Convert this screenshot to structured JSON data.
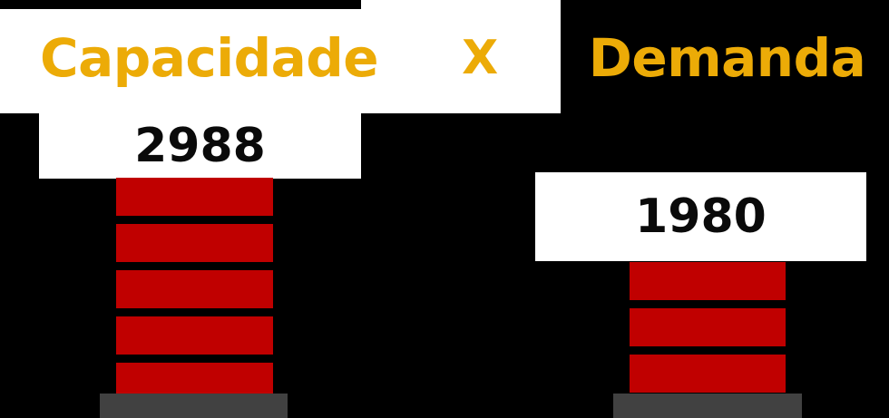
{
  "title": {
    "left_word": "Capacidade",
    "separator": "X",
    "right_word": "Demanda",
    "accent_color": "#ecab07"
  },
  "colors": {
    "background": "#ffffff",
    "panel": "#000000",
    "bar_red": "#c00000",
    "base_gray": "#414141",
    "value_text": "#0a0a0a"
  },
  "chart_data": {
    "type": "bar",
    "title": "Capacidade X Demanda",
    "categories": [
      "Capacidade",
      "Demanda"
    ],
    "values": [
      2988,
      1980
    ],
    "value_labels": [
      "2988",
      "1980"
    ],
    "series": [
      {
        "name": "Capacidade X Demanda",
        "values": [
          2988,
          1980
        ]
      }
    ],
    "segments_per_bar": [
      5,
      3
    ],
    "xlabel": "",
    "ylabel": "",
    "grid": false,
    "legend": "none",
    "orientation": "vertical",
    "style": "stacked-pictogram"
  },
  "columns": [
    {
      "name": "capacidade",
      "label": "Capacidade",
      "value": "2988",
      "segments": 5
    },
    {
      "name": "demanda",
      "label": "Demanda",
      "value": "1980",
      "segments": 3
    }
  ]
}
